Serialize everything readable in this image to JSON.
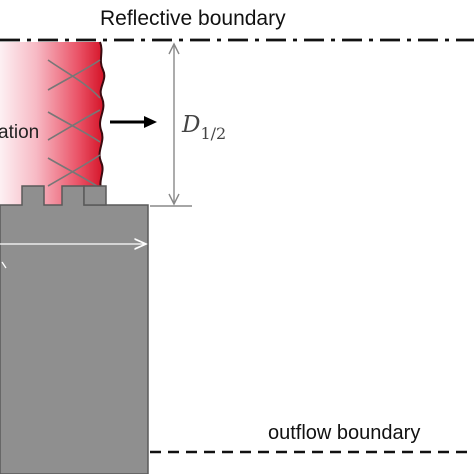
{
  "labels": {
    "reflective_boundary": "Reflective boundary",
    "outflow_boundary": "outflow boundary",
    "detonation_fragment": "ation",
    "half_distance_symbol": "D",
    "half_distance_subscript": "1/2"
  },
  "colors": {
    "detonation_dark_red": "#d81c2e",
    "detonation_light": "#fbe6ea",
    "solid_block": "#8f8f8f",
    "dimension_line": "#888888",
    "boundary_line": "#111111"
  }
}
